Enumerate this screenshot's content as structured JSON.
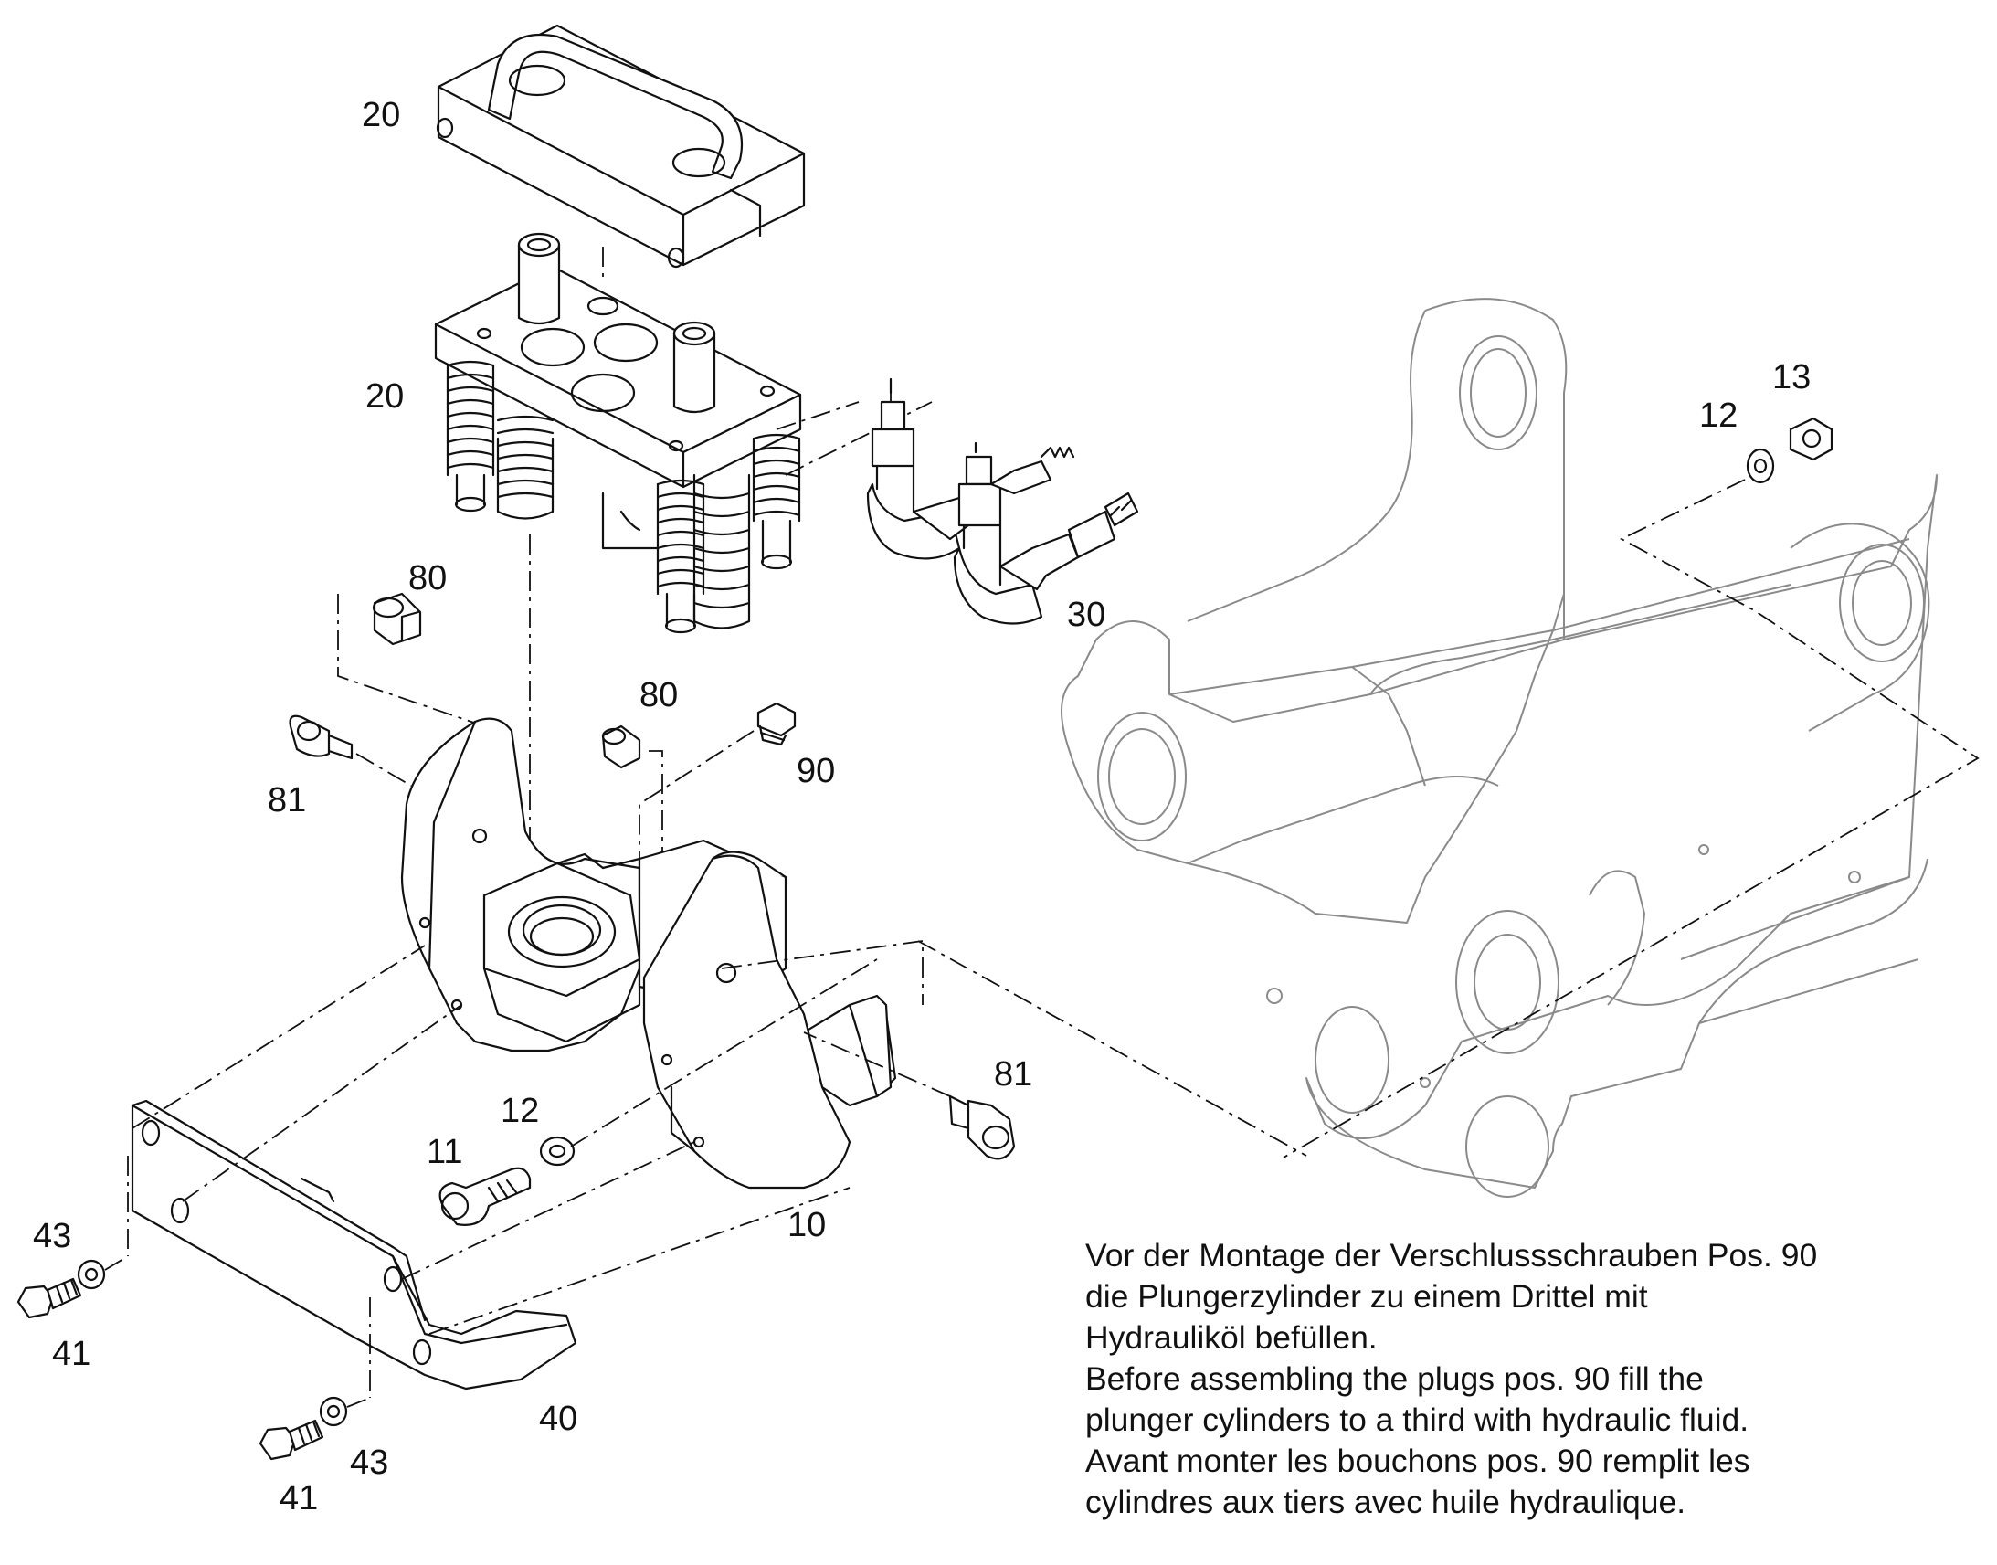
{
  "labels": {
    "top_plate": "20",
    "plunger_block": "20",
    "hose_fittings": "30",
    "plug_upper": "80",
    "plug_middle": "80",
    "screw_left": "81",
    "screw_right": "81",
    "plug_screw": "90",
    "washer_top": "12",
    "nut_top": "13",
    "washer_bottom": "12",
    "bolt_bottom": "11",
    "housing": "10",
    "bracket": "40",
    "washer_left": "43",
    "washer_bottom_left": "43",
    "bolt_left": "41",
    "bolt_bottom_left": "41"
  },
  "note": {
    "de_1": "Vor der Montage der Verschlussschrauben Pos. 90",
    "de_2": "die Plungerzylinder zu einem Drittel mit",
    "de_3": "Hydrauliköl befüllen.",
    "en_1": "Before assembling the plugs pos. 90 fill the",
    "en_2": "plunger cylinders to a third with hydraulic fluid.",
    "fr_1": "Avant monter les bouchons pos. 90 remplit les",
    "fr_2": "cylindres aux tiers avec huile hydraulique."
  }
}
